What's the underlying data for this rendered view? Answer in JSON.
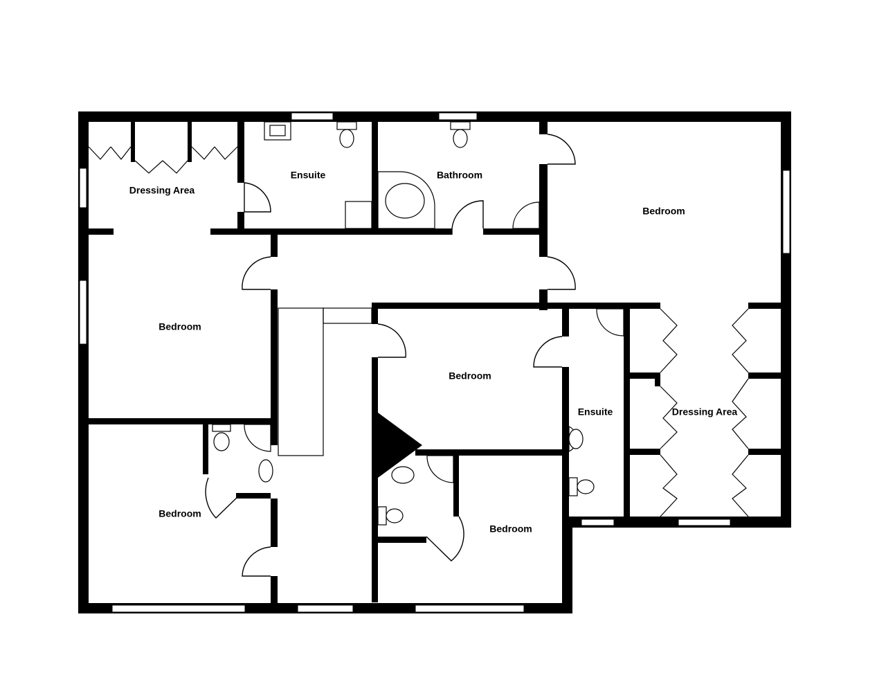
{
  "floorplan": {
    "colors": {
      "wall": "#000000",
      "background": "#ffffff"
    },
    "rooms": [
      {
        "id": "dressing-area-1",
        "label": "Dressing Area"
      },
      {
        "id": "ensuite-1",
        "label": "Ensuite"
      },
      {
        "id": "bathroom",
        "label": "Bathroom"
      },
      {
        "id": "bedroom-master",
        "label": "Bedroom"
      },
      {
        "id": "bedroom-west",
        "label": "Bedroom"
      },
      {
        "id": "bedroom-middle",
        "label": "Bedroom"
      },
      {
        "id": "ensuite-2",
        "label": "Ensuite"
      },
      {
        "id": "dressing-area-2",
        "label": "Dressing Area"
      },
      {
        "id": "bedroom-southwest",
        "label": "Bedroom"
      },
      {
        "id": "bedroom-south",
        "label": "Bedroom"
      }
    ]
  }
}
